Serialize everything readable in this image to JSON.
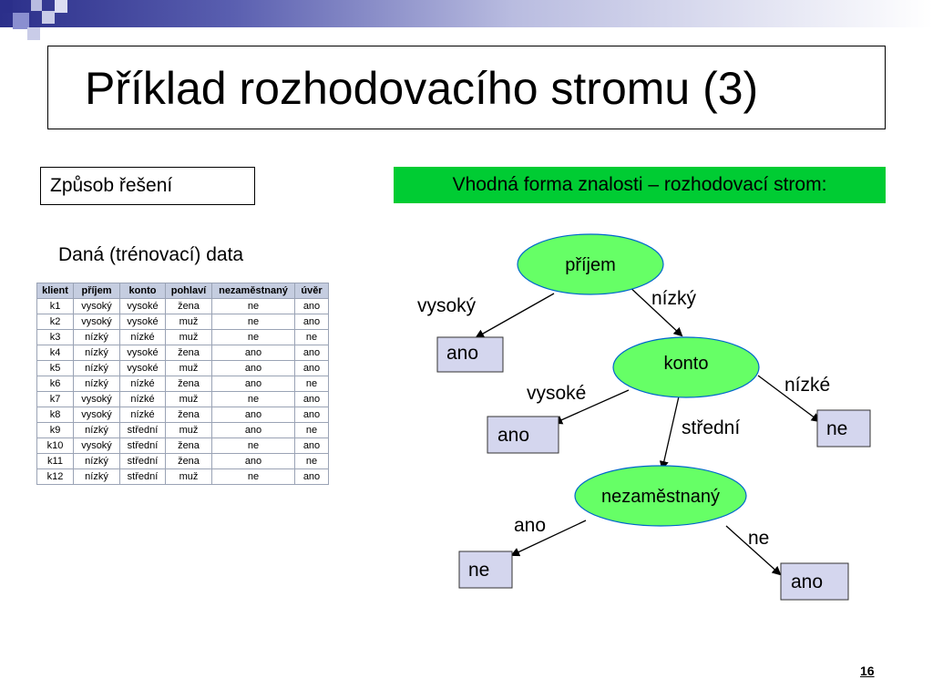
{
  "slide": {
    "title": "Příklad rozhodovacího stromu (3)",
    "method_label": "Způsob řešení",
    "knowledge_label": "Vhodná forma znalosti – rozhodovací strom:",
    "data_label": "Daná (trénovací) data",
    "page_number": "16"
  },
  "table": {
    "headers": [
      "klient",
      "příjem",
      "konto",
      "pohlaví",
      "nezaměstnaný",
      "úvěr"
    ],
    "rows": [
      [
        "k1",
        "vysoký",
        "vysoké",
        "žena",
        "ne",
        "ano"
      ],
      [
        "k2",
        "vysoký",
        "vysoké",
        "muž",
        "ne",
        "ano"
      ],
      [
        "k3",
        "nízký",
        "nízké",
        "muž",
        "ne",
        "ne"
      ],
      [
        "k4",
        "nízký",
        "vysoké",
        "žena",
        "ano",
        "ano"
      ],
      [
        "k5",
        "nízký",
        "vysoké",
        "muž",
        "ano",
        "ano"
      ],
      [
        "k6",
        "nízký",
        "nízké",
        "žena",
        "ano",
        "ne"
      ],
      [
        "k7",
        "vysoký",
        "nízké",
        "muž",
        "ne",
        "ano"
      ],
      [
        "k8",
        "vysoký",
        "nízké",
        "žena",
        "ano",
        "ano"
      ],
      [
        "k9",
        "nízký",
        "střední",
        "muž",
        "ano",
        "ne"
      ],
      [
        "k10",
        "vysoký",
        "střední",
        "žena",
        "ne",
        "ano"
      ],
      [
        "k11",
        "nízký",
        "střední",
        "žena",
        "ano",
        "ne"
      ],
      [
        "k12",
        "nízký",
        "střední",
        "muž",
        "ne",
        "ano"
      ]
    ]
  },
  "tree": {
    "nodes": {
      "root": "příjem",
      "konto": "konto",
      "nezamestnany": "nezaměstnaný"
    },
    "leaves": {
      "root_left": "ano",
      "konto_left": "ano",
      "konto_right": "ne",
      "nez_left": "ne",
      "nez_right": "ano"
    },
    "edges": {
      "root_left": "vysoký",
      "root_right": "nízký",
      "konto_left": "vysoké",
      "konto_mid": "střední",
      "konto_right": "nízké",
      "nez_left": "ano",
      "nez_right": "ne"
    }
  },
  "colors": {
    "node_fill": "#66ff66",
    "leaf_fill": "#d4d6ee",
    "green_box": "#00cc33",
    "header_band": "#2b2f8a"
  }
}
